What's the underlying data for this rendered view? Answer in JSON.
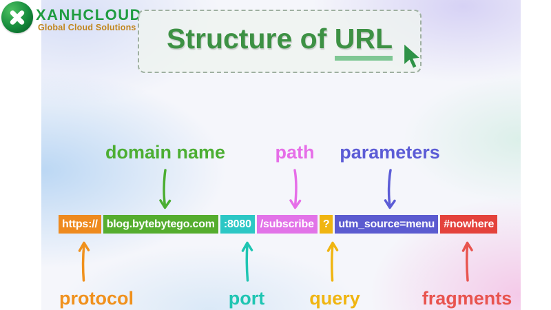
{
  "logo": {
    "brand": "XANHCLOUD",
    "tagline": "Global Cloud Solutions",
    "brand_color": "#1f9c40",
    "tagline_color": "#c1861e",
    "icon": "x-circle-icon"
  },
  "title": {
    "prefix": "Structure of ",
    "highlight": "URL",
    "color": "#3d9144",
    "underline_color": "#7fc794",
    "cursor_color": "#2e9247"
  },
  "url_bar": {
    "segments": [
      {
        "part": "protocol",
        "text": "https://",
        "color": "#ee8a1e"
      },
      {
        "part": "domain",
        "text": "blog.bytebytego.com",
        "color": "#55ad2e"
      },
      {
        "part": "port",
        "text": ":8080",
        "color": "#2cc7c5"
      },
      {
        "part": "path",
        "text": "/subscribe",
        "color": "#e273e8"
      },
      {
        "part": "query",
        "text": "?",
        "color": "#f0b511"
      },
      {
        "part": "parameters",
        "text": "utm_source=menu",
        "color": "#5b5bd0"
      },
      {
        "part": "fragment",
        "text": "#nowhere",
        "color": "#e4423c"
      }
    ]
  },
  "labels_top": [
    {
      "text": "domain name",
      "color": "#4cae32"
    },
    {
      "text": "path",
      "color": "#e66ee8"
    },
    {
      "text": "parameters",
      "color": "#5c5cd6"
    }
  ],
  "labels_bottom": [
    {
      "text": "protocol",
      "color": "#f0911d"
    },
    {
      "text": "port",
      "color": "#1fc5b2"
    },
    {
      "text": "query",
      "color": "#f0b511"
    },
    {
      "text": "fragments",
      "color": "#e8544f"
    }
  ]
}
